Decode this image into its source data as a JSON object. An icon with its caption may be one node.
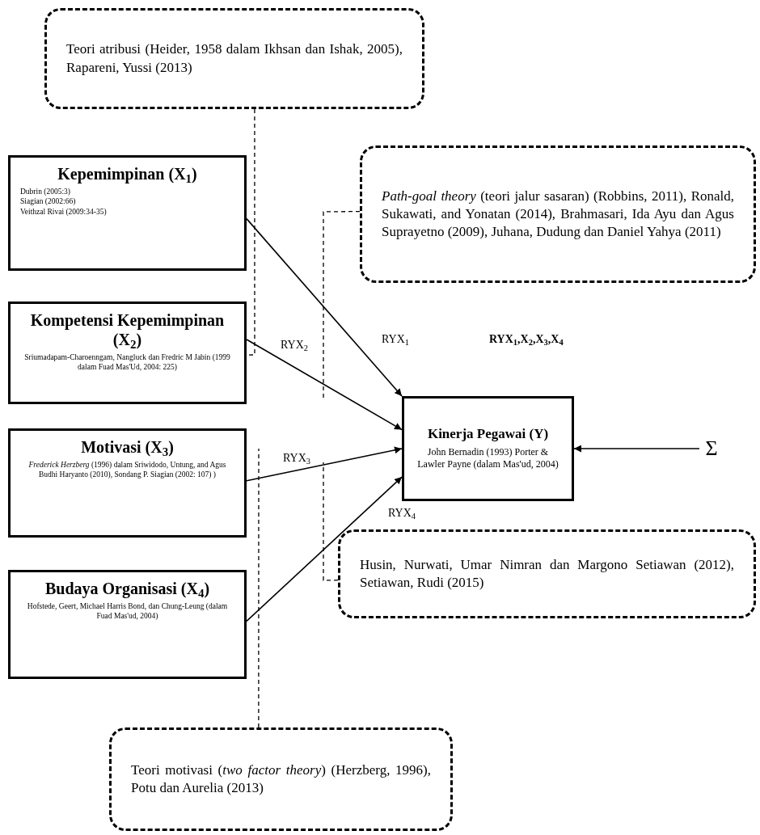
{
  "diagram": {
    "nodes": [
      {
        "text": [
          "Teori atribusi (Heider, 1958 dalam Ikhsan dan Ishak, 2005), Rapareni, Yussi (2013)"
        ]
      },
      {
        "text": [
          "Kepemimpinan (X$_{1}$)",
          "Dubrin (2005:3)",
          "Siagian (2002:66)",
          "Veithzal Rivai (2009:34-35)"
        ]
      },
      {
        "text": [
          "Kompetensi Kepemimpinan (X$_{2}$)",
          "Sriumadapam-Charoenngam, Nangluck dan Fredric M Jabin (1999 dalam Fuad Mas'Ud, 2004: 225)"
        ]
      },
      {
        "text": [
          "Motivasi (X$_{3}$)",
          "*Frederick Herzberg* (1996) dalam Sriwidodo, Untung, and Agus Budhi Haryanto (2010), Sondang P. Siagian (2002: 107) )"
        ]
      },
      {
        "text": [
          "Budaya Organisasi (X$_{4}$)",
          "Hofstede, Geert, Michael Harris Bond, dan Chung-Leung (dalam Fuad Mas'ud, 2004)"
        ]
      },
      {
        "text": [
          "Kinerja Pegawai (Y)",
          "John Bernadin (1993) Porter & Lawler Payne (dalam Mas'ud, 2004)"
        ]
      },
      {
        "text": [
          "*Path-goal theory* (teori jalur sasaran) (Robbins, 2011), Ronald, Sukawati, and Yonatan (2014), Brahmasari, Ida Ayu dan Agus Suprayetno (2009), Juhana, Dudung dan Daniel Yahya (2011)"
        ]
      },
      {
        "text": [
          "Husin, Nurwati, Umar Nimran dan Margono Setiawan (2012), Setiawan, Rudi (2015)"
        ]
      },
      {
        "text": [
          "Teori motivasi (*two factor theory*) (Herzberg, 1996), Potu dan Aurelia (2013)"
        ]
      },
      {
        "text": [
          "Σ"
        ]
      }
    ],
    "edges": [
      {
        "from": 1,
        "to": 5,
        "arrow": "to",
        "label": "RYX$_{1}$"
      },
      {
        "from": 2,
        "to": 5,
        "arrow": "to",
        "label": "RYX$_{2}$"
      },
      {
        "from": 3,
        "to": 5,
        "arrow": "to",
        "label": "RYX$_{3}$"
      },
      {
        "from": 4,
        "to": 5,
        "arrow": "to",
        "label": "RYX$_{4}$"
      },
      {
        "from": 9,
        "to": 5,
        "arrow": "to"
      },
      {
        "from": 0,
        "to": 2,
        "arrow": "none",
        "style": "dashed"
      },
      {
        "from": 6,
        "to": null,
        "arrow": "none",
        "style": "dashed"
      },
      {
        "from": 7,
        "to": null,
        "arrow": "none",
        "style": "dashed"
      },
      {
        "from": 8,
        "to": null,
        "arrow": "none",
        "style": "dashed"
      }
    ],
    "labels": [
      "RYX$_{1}$,X$_{2}$,X$_{3}$,X$_{4}$"
    ]
  }
}
